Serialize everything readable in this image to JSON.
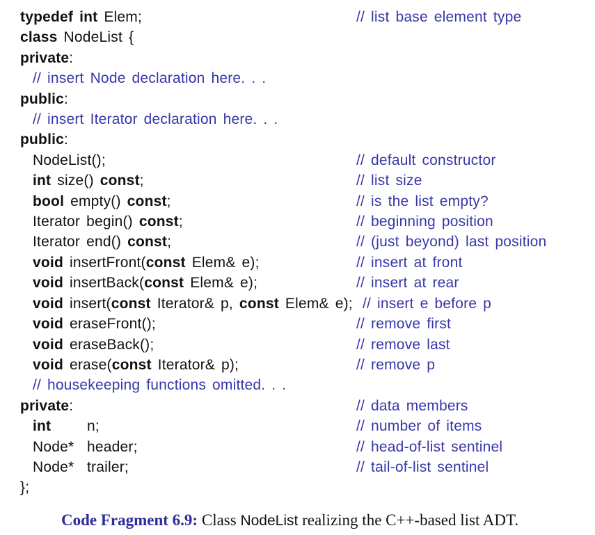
{
  "colors": {
    "comment": "#3737a8",
    "caption_label": "#2b2b9a",
    "code_text": "#111111",
    "page_background": "#ffffff"
  },
  "code": {
    "language": "cpp",
    "lines": [
      {
        "indent": 0,
        "segments": [
          {
            "t": "typedef",
            "s": "k"
          },
          {
            "t": " ",
            "s": "p"
          },
          {
            "t": "int",
            "s": "k"
          },
          {
            "t": " Elem;",
            "s": "p"
          }
        ],
        "comment": "// list base element type"
      },
      {
        "indent": 0,
        "segments": [
          {
            "t": "class",
            "s": "k"
          },
          {
            "t": " NodeList {",
            "s": "p"
          }
        ],
        "comment": null
      },
      {
        "indent": 0,
        "segments": [
          {
            "t": "private",
            "s": "k"
          },
          {
            "t": ":",
            "s": "p"
          }
        ],
        "comment": null
      },
      {
        "indent": 1,
        "segments": [
          {
            "t": "// insert Node declaration here. . .",
            "s": "c"
          }
        ],
        "comment": null
      },
      {
        "indent": 0,
        "segments": [
          {
            "t": "public",
            "s": "k"
          },
          {
            "t": ":",
            "s": "p"
          }
        ],
        "comment": null
      },
      {
        "indent": 1,
        "segments": [
          {
            "t": "// insert Iterator declaration here. . .",
            "s": "c"
          }
        ],
        "comment": null
      },
      {
        "indent": 0,
        "segments": [
          {
            "t": "public",
            "s": "k"
          },
          {
            "t": ":",
            "s": "p"
          }
        ],
        "comment": null
      },
      {
        "indent": 1,
        "segments": [
          {
            "t": "NodeList();",
            "s": "p"
          }
        ],
        "comment": "// default constructor"
      },
      {
        "indent": 1,
        "segments": [
          {
            "t": "int",
            "s": "k"
          },
          {
            "t": " size() ",
            "s": "p"
          },
          {
            "t": "const",
            "s": "k"
          },
          {
            "t": ";",
            "s": "p"
          }
        ],
        "comment": "// list size"
      },
      {
        "indent": 1,
        "segments": [
          {
            "t": "bool",
            "s": "k"
          },
          {
            "t": " empty() ",
            "s": "p"
          },
          {
            "t": "const",
            "s": "k"
          },
          {
            "t": ";",
            "s": "p"
          }
        ],
        "comment": "// is the list empty?"
      },
      {
        "indent": 1,
        "segments": [
          {
            "t": "Iterator begin() ",
            "s": "p"
          },
          {
            "t": "const",
            "s": "k"
          },
          {
            "t": ";",
            "s": "p"
          }
        ],
        "comment": "// beginning position"
      },
      {
        "indent": 1,
        "segments": [
          {
            "t": "Iterator end() ",
            "s": "p"
          },
          {
            "t": "const",
            "s": "k"
          },
          {
            "t": ";",
            "s": "p"
          }
        ],
        "comment": "// (just beyond) last position"
      },
      {
        "indent": 1,
        "segments": [
          {
            "t": "void",
            "s": "k"
          },
          {
            "t": " insertFront(",
            "s": "p"
          },
          {
            "t": "const",
            "s": "k"
          },
          {
            "t": " Elem& e);",
            "s": "p"
          }
        ],
        "comment": "// insert at front"
      },
      {
        "indent": 1,
        "segments": [
          {
            "t": "void",
            "s": "k"
          },
          {
            "t": " insertBack(",
            "s": "p"
          },
          {
            "t": "const",
            "s": "k"
          },
          {
            "t": " Elem& e);",
            "s": "p"
          }
        ],
        "comment": "// insert at rear"
      },
      {
        "indent": 1,
        "segments": [
          {
            "t": "void",
            "s": "k"
          },
          {
            "t": " insert(",
            "s": "p"
          },
          {
            "t": "const",
            "s": "k"
          },
          {
            "t": " Iterator& p, ",
            "s": "p"
          },
          {
            "t": "const",
            "s": "k"
          },
          {
            "t": " Elem& e);",
            "s": "p"
          }
        ],
        "comment": "// insert e before p",
        "inline": true
      },
      {
        "indent": 1,
        "segments": [
          {
            "t": "void",
            "s": "k"
          },
          {
            "t": " eraseFront();",
            "s": "p"
          }
        ],
        "comment": "// remove first"
      },
      {
        "indent": 1,
        "segments": [
          {
            "t": "void",
            "s": "k"
          },
          {
            "t": " eraseBack();",
            "s": "p"
          }
        ],
        "comment": "// remove last"
      },
      {
        "indent": 1,
        "segments": [
          {
            "t": "void",
            "s": "k"
          },
          {
            "t": " erase(",
            "s": "p"
          },
          {
            "t": "const",
            "s": "k"
          },
          {
            "t": " Iterator& p);",
            "s": "p"
          }
        ],
        "comment": "// remove p"
      },
      {
        "indent": 1,
        "segments": [
          {
            "t": "// housekeeping functions omitted. . .",
            "s": "c"
          }
        ],
        "comment": null
      },
      {
        "indent": 0,
        "segments": [
          {
            "t": "private",
            "s": "k"
          },
          {
            "t": ":",
            "s": "p"
          }
        ],
        "comment": "// data members"
      },
      {
        "indent": 1,
        "segments": [
          {
            "t": "int",
            "s": "kt"
          },
          {
            "t": "n;",
            "s": "p"
          }
        ],
        "comment": "// number of items"
      },
      {
        "indent": 1,
        "segments": [
          {
            "t": "Node*",
            "s": "t"
          },
          {
            "t": "header;",
            "s": "p"
          }
        ],
        "comment": "// head-of-list sentinel"
      },
      {
        "indent": 1,
        "segments": [
          {
            "t": "Node*",
            "s": "t"
          },
          {
            "t": "trailer;",
            "s": "p"
          }
        ],
        "comment": "// tail-of-list sentinel"
      },
      {
        "indent": 0,
        "segments": [
          {
            "t": "};",
            "s": "p"
          }
        ],
        "comment": null
      }
    ]
  },
  "caption": {
    "label": "Code Fragment 6.9:",
    "pre": " Class ",
    "code_word": "NodeList",
    "post": " realizing the C++-based list ADT."
  }
}
